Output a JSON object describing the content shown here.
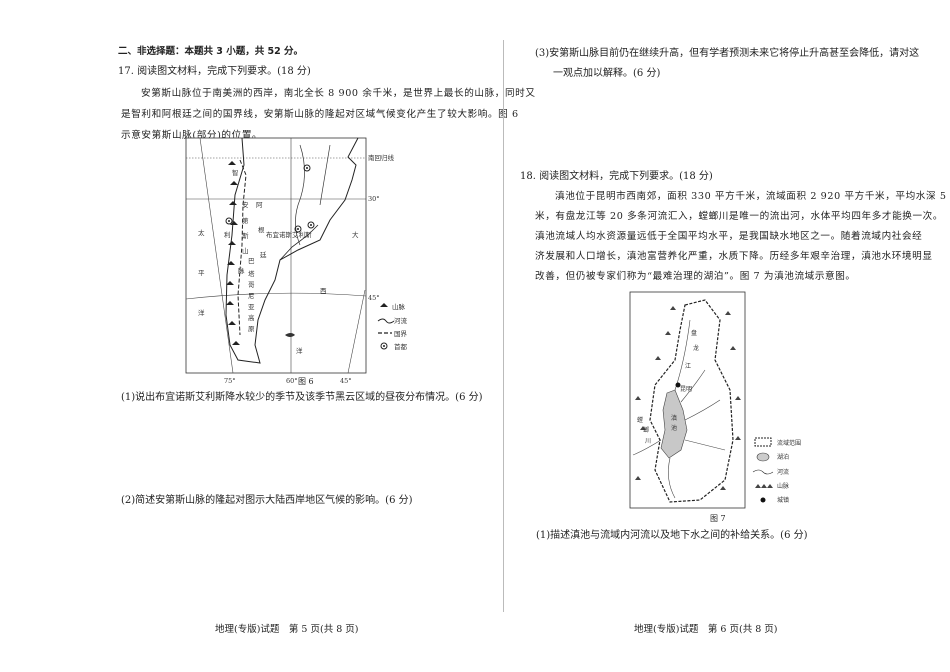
{
  "left_page": {
    "section_title": "二、非选择题：本题共 3 小题，共 52 分。",
    "q17": {
      "stem": "17. 阅读图文材料，完成下列要求。(18 分)",
      "material_lines": [
        "安第斯山脉位于南美洲的西岸，南北全长 8 900 余千米，是世界上最长的山脉，同时又",
        "是智利和阿根廷之间的国界线，安第斯山脉的隆起对区域气候变化产生了较大影响。图 6",
        "示意安第斯山脉(部分)的位置。"
      ],
      "figure": {
        "caption": "图 6",
        "labels": {
          "tropic": "南回归线",
          "lat30": "30°",
          "lat45": "45°",
          "lon75": "75°",
          "lon60": "60°",
          "lon45": "45°",
          "chile": [
            "智",
            "利"
          ],
          "argentina": [
            "阿",
            "根",
            "廷"
          ],
          "andes": [
            "安",
            "第",
            "斯",
            "山",
            "脉"
          ],
          "patagonia": [
            "巴",
            "塔",
            "哥",
            "尼",
            "亚",
            "高",
            "原"
          ],
          "buenos_aires": "布宜诺斯艾利斯",
          "pacific": [
            "太",
            "平",
            "洋"
          ],
          "atlantic": [
            "大",
            "西",
            "洋"
          ]
        },
        "legend": [
          {
            "icon": "mountain-icon",
            "label": "山脉"
          },
          {
            "icon": "river-icon",
            "label": "河流"
          },
          {
            "icon": "border-icon",
            "label": "国界"
          },
          {
            "icon": "capital-icon",
            "label": "首都"
          }
        ]
      },
      "sub1": "(1)说出布宜诺斯艾利斯降水较少的季节及该季节黑云区域的昼夜分布情况。(6 分)",
      "sub2": "(2)简述安第斯山脉的隆起对图示大陆西岸地区气候的影响。(6 分)"
    },
    "footer": "地理(专版)试题　第 5 页(共 8 页)"
  },
  "right_page": {
    "q17_sub3_lines": [
      "(3)安第斯山脉目前仍在继续升高，但有学者预测未来它将停止升高甚至会降低，请对这",
      "一观点加以解释。(6 分)"
    ],
    "q18": {
      "stem": "18. 阅读图文材料，完成下列要求。(18 分)",
      "material_lines": [
        "滇池位于昆明市西南郊，面积 330 平方千米，流域面积 2 920 平方千米，平均水深 5",
        "米，有盘龙江等 20 多条河流汇入，螳螂川是唯一的流出河，水体平均四年多才能换一次。",
        "滇池流域人均水资源量远低于全国平均水平，是我国缺水地区之一。随着流域内社会经",
        "济发展和人口增长，滇池富营养化严重，水质下降。历经多年艰辛治理，滇池水环境明显",
        "改善，但仍被专家们称为“最难治理的湖泊”。图 7 为滇池流域示意图。"
      ],
      "figure": {
        "caption": "图 7",
        "labels": {
          "panlong": [
            "盘",
            "龙",
            "江"
          ],
          "kunming": "昆明",
          "dianchi": [
            "滇",
            "池"
          ],
          "tanglang": [
            "螳",
            "螂",
            "川"
          ]
        },
        "legend": [
          {
            "icon": "basin-boundary-icon",
            "label": "流域范围"
          },
          {
            "icon": "lake-icon",
            "label": "湖泊"
          },
          {
            "icon": "river-icon",
            "label": "河流"
          },
          {
            "icon": "mountain-icon",
            "label": "山脉"
          },
          {
            "icon": "town-icon",
            "label": "城镇"
          }
        ]
      },
      "sub1": "(1)描述滇池与流域内河流以及地下水之间的补给关系。(6 分)"
    },
    "footer": "地理(专版)试题　第 6 页(共 8 页)"
  }
}
